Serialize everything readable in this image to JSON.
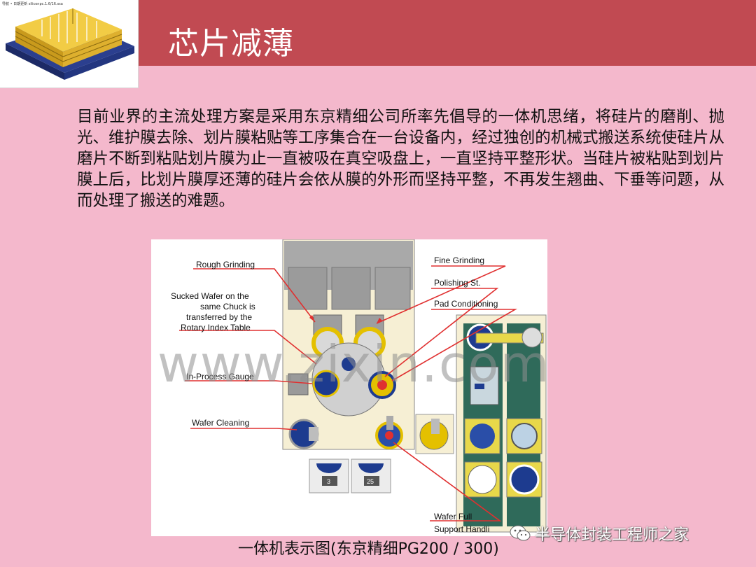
{
  "slide": {
    "title": "芯片减薄",
    "logo_caption": "导航 • 日期更新 siliconpc.1.6/16.ssa",
    "body_paragraph": "目前业界的主流处理方案是采用东京精细公司所率先倡导的一体机思绪，将硅片的磨削、抛光、维护膜去除、划片膜粘贴等工序集合在一台设备内，经过独创的机械式搬送系统使硅片从磨片不断到粘贴划片膜为止一直被吸在真空吸盘上，一直坚持平整形状。当硅片被粘贴到划片膜上后，比划片膜厚还薄的硅片会依从膜的外形而坚持平整，不再发生翘曲、下垂等问题，从而处理了搬送的难题。",
    "watermark": "www.zixin.com",
    "caption": "一体机表示图(东京精细PG200 / 300)",
    "brand": "半导体封装工程师之家"
  },
  "diagram": {
    "labels": {
      "rough_grinding": "Rough Grinding",
      "sucked_wafer_1": "Sucked Wafer on the",
      "sucked_wafer_2": "same Chuck is",
      "sucked_wafer_3": "transferred by the",
      "sucked_wafer_4": "Rotary Index Table",
      "in_process_gauge": "In-Process Gauge",
      "wafer_cleaning": "Wafer Cleaning",
      "fine_grinding": "Fine Grinding",
      "polishing_st": "Polishing St.",
      "pad_conditioning": "Pad Conditioning",
      "wafer_full": "Wafer Full",
      "support_handling": "Support Handli",
      "cassette_1": "3",
      "cassette_2": "25"
    }
  },
  "colors": {
    "background": "#f4b8cc",
    "header_bar": "#c14a52",
    "title_text": "#ffffff",
    "callout_red": "#e03030"
  }
}
